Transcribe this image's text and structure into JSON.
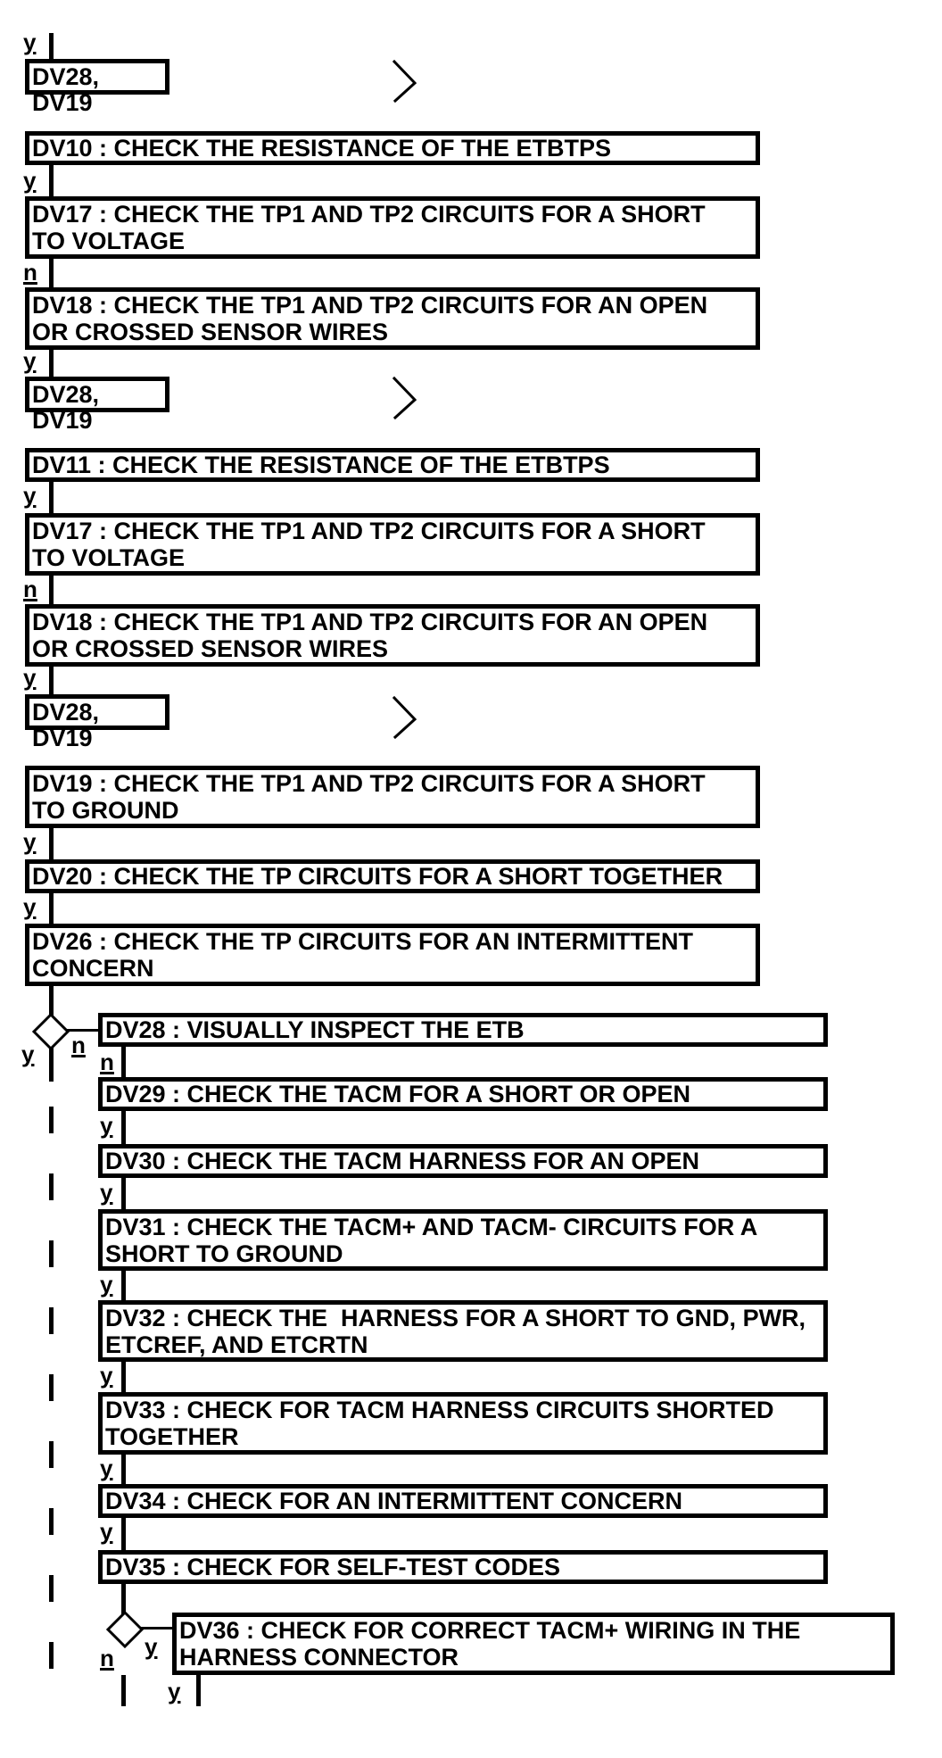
{
  "flowchart": {
    "nodes": {
      "ref1": "DV28, DV19",
      "dv10": "DV10 : CHECK THE RESISTANCE OF THE ETBTPS",
      "dv17a": "DV17 : CHECK THE TP1 AND TP2 CIRCUITS FOR A SHORT\nTO VOLTAGE",
      "dv18a": "DV18 : CHECK THE TP1 AND TP2 CIRCUITS FOR AN OPEN\nOR CROSSED SENSOR WIRES",
      "ref2": "DV28, DV19",
      "dv11": "DV11 : CHECK THE RESISTANCE OF THE ETBTPS",
      "dv17b": "DV17 : CHECK THE TP1 AND TP2 CIRCUITS FOR A SHORT\nTO VOLTAGE",
      "dv18b": "DV18 : CHECK THE TP1 AND TP2 CIRCUITS FOR AN OPEN\nOR CROSSED SENSOR WIRES",
      "ref3": "DV28, DV19",
      "dv19": "DV19 : CHECK THE TP1 AND TP2 CIRCUITS FOR A SHORT\nTO GROUND",
      "dv20": "DV20 : CHECK THE TP CIRCUITS FOR A SHORT TOGETHER",
      "dv26": "DV26 : CHECK THE TP CIRCUITS FOR AN INTERMITTENT\nCONCERN",
      "dv28": "DV28 : VISUALLY INSPECT THE ETB",
      "dv29": "DV29 : CHECK THE TACM FOR A SHORT OR OPEN",
      "dv30": "DV30 : CHECK THE TACM HARNESS FOR AN OPEN",
      "dv31": "DV31 : CHECK THE TACM+ AND TACM- CIRCUITS FOR A\nSHORT TO GROUND",
      "dv32": "DV32 : CHECK THE  HARNESS FOR A SHORT TO GND, PWR,\nETCREF, AND ETCRTN",
      "dv33": "DV33 : CHECK FOR TACM HARNESS CIRCUITS SHORTED\nTOGETHER",
      "dv34": "DV34 : CHECK FOR AN INTERMITTENT CONCERN",
      "dv35": "DV35 : CHECK FOR SELF-TEST CODES",
      "dv36": "DV36 : CHECK FOR CORRECT TACM+ WIRING IN THE\nHARNESS CONNECTOR"
    },
    "labels": {
      "yes": "y",
      "no": "n"
    },
    "icons": {
      "continuation": "chevron-right"
    },
    "colors": {
      "line": "#000000",
      "background": "#ffffff"
    }
  }
}
